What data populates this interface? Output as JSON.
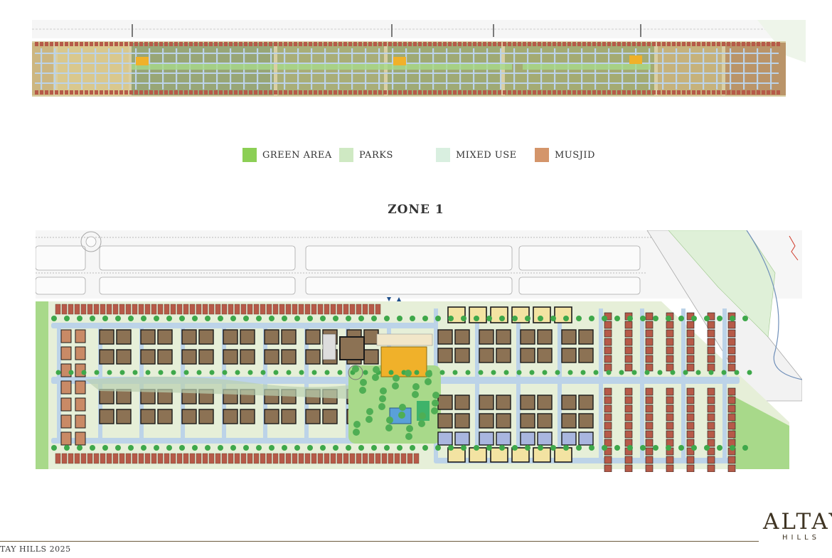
{
  "legend": {
    "items": [
      {
        "label": "GREEN AREA",
        "color": "#8ccf55"
      },
      {
        "label": "PARKS",
        "color": "#cfe9c3"
      },
      {
        "label": "MIXED USE",
        "color": "#d9efe0"
      },
      {
        "label": "MUSJID",
        "color": "#d4956a"
      }
    ]
  },
  "zone": {
    "title": "ZONE 1"
  },
  "footer": {
    "text": "TAY HILLS 2025"
  },
  "logo": {
    "main": "ALTAY",
    "sub": "HILLS"
  },
  "colors": {
    "road": "#f6f6f6",
    "road_line": "#a8a8a8",
    "internal_road": "#bcd3e8",
    "park": "#a8d98a",
    "tree": "#3ea84a",
    "plot_brown": "#8c7254",
    "plot_red": "#b65a48",
    "plot_yellow": "#f3e3a2",
    "plot_blue": "#a9b6df",
    "orange": "#f0b12a",
    "footer_rule": "#6b5a3c"
  }
}
